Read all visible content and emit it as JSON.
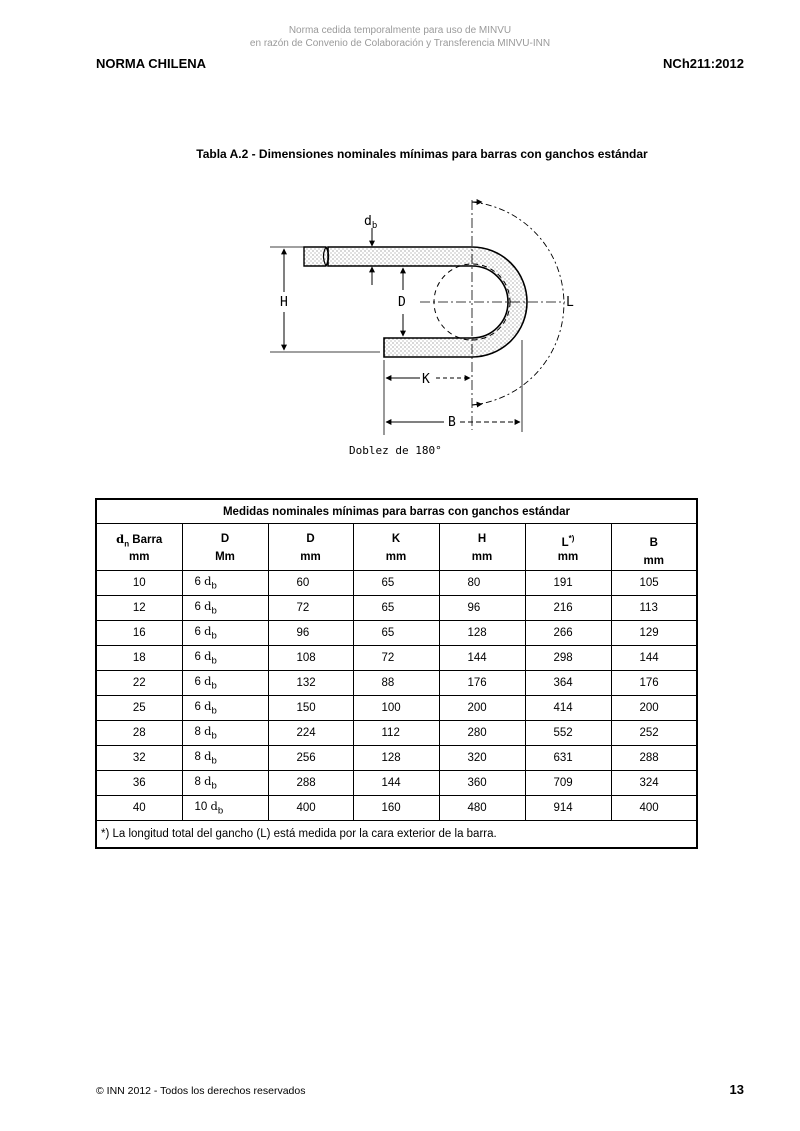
{
  "watermark": {
    "line1": "Norma cedida temporalmente para uso de MINVU",
    "line2": "en razón de Convenio de Colaboración y Transferencia MINVU-INN"
  },
  "header": {
    "left": "NORMA CHILENA",
    "right": "NCh211:2012"
  },
  "table_title": "Tabla A.2 - Dimensiones nominales mínimas para barras con ganchos estándar",
  "diagram": {
    "labels": {
      "db": "d",
      "db_sub": "b",
      "H": "H",
      "D": "D",
      "L": "L",
      "K": "K",
      "B": "B"
    },
    "caption": "Doblez de 180°"
  },
  "table": {
    "caption": "Medidas nominales mínimas para barras con ganchos estándar",
    "columns": [
      {
        "title": "Barra",
        "unit": "mm"
      },
      {
        "title": "D",
        "unit": "Mm"
      },
      {
        "title": "D",
        "unit": "mm"
      },
      {
        "title": "K",
        "unit": "mm"
      },
      {
        "title": "H",
        "unit": "mm"
      },
      {
        "title": "L",
        "unit": "mm"
      },
      {
        "title": "B",
        "unit": "mm"
      }
    ],
    "col1_symbol": "d",
    "col1_sub": "n",
    "L_marker": "*)",
    "mult_symbol": "d",
    "mult_sub": "b",
    "rows": [
      {
        "barra": "10",
        "mult": "6",
        "d": "60",
        "k": "65",
        "h": "80",
        "l": "191",
        "b": "105"
      },
      {
        "barra": "12",
        "mult": "6",
        "d": "72",
        "k": "65",
        "h": "96",
        "l": "216",
        "b": "113"
      },
      {
        "barra": "16",
        "mult": "6",
        "d": "96",
        "k": "65",
        "h": "128",
        "l": "266",
        "b": "129"
      },
      {
        "barra": "18",
        "mult": "6",
        "d": "108",
        "k": "72",
        "h": "144",
        "l": "298",
        "b": "144"
      },
      {
        "barra": "22",
        "mult": "6",
        "d": "132",
        "k": "88",
        "h": "176",
        "l": "364",
        "b": "176"
      },
      {
        "barra": "25",
        "mult": "6",
        "d": "150",
        "k": "100",
        "h": "200",
        "l": "414",
        "b": "200"
      },
      {
        "barra": "28",
        "mult": "8",
        "d": "224",
        "k": "112",
        "h": "280",
        "l": "552",
        "b": "252"
      },
      {
        "barra": "32",
        "mult": "8",
        "d": "256",
        "k": "128",
        "h": "320",
        "l": "631",
        "b": "288"
      },
      {
        "barra": "36",
        "mult": "8",
        "d": "288",
        "k": "144",
        "h": "360",
        "l": "709",
        "b": "324"
      },
      {
        "barra": "40",
        "mult": "10",
        "d": "400",
        "k": "160",
        "h": "480",
        "l": "914",
        "b": "400"
      }
    ],
    "footnote": "*) La longitud total del gancho (L) está medida por la cara exterior de la barra."
  },
  "footer": {
    "left": "© INN 2012 - Todos los derechos reservados",
    "page": "13"
  }
}
